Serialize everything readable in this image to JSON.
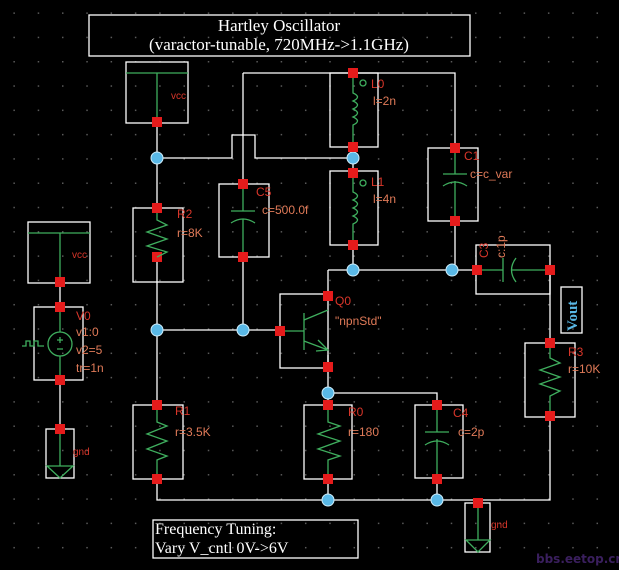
{
  "title": {
    "line1": "Hartley Oscillator",
    "line2": "(varactor-tunable, 720MHz->1.1GHz)"
  },
  "note": {
    "line1": "Frequency Tuning:",
    "line2": "Vary V_cntl 0V->6V"
  },
  "net_label": "Vout",
  "watermark": "bbs.eetop.cn",
  "components": {
    "vcc1": {
      "net": "vcc"
    },
    "vcc2": {
      "net": "vcc"
    },
    "gnd1": {
      "net": "gnd"
    },
    "gnd2": {
      "net": "gnd"
    },
    "V0": {
      "name": "V0",
      "params": [
        "v1:0",
        "v2=5",
        "tr=1n"
      ]
    },
    "R2": {
      "name": "R2",
      "value": "r=8K"
    },
    "R1": {
      "name": "R1",
      "value": "r=3.5K"
    },
    "R0": {
      "name": "R0",
      "value": "r=180"
    },
    "R3": {
      "name": "R3",
      "value": "r=10K"
    },
    "C5": {
      "name": "C5",
      "value": "c=500.0f"
    },
    "C1": {
      "name": "C1",
      "value": "c=c_var"
    },
    "C3": {
      "name": "C3",
      "value": "c:1p"
    },
    "C4": {
      "name": "C4",
      "value": "c=2p"
    },
    "L0": {
      "name": "L0",
      "value": "l=2n"
    },
    "L1": {
      "name": "L1",
      "value": "l=4n"
    },
    "Q0": {
      "name": "Q0",
      "value": "\"npnStd\""
    }
  },
  "colors": {
    "background": "#000000",
    "wire": "#ffffff",
    "symbol": "#3fae5e",
    "pin": "#e51b1b",
    "junction": "#59b8e6",
    "label_name": "#d9362a",
    "label_value": "#e07a58",
    "net_label": "#59b8e6"
  }
}
